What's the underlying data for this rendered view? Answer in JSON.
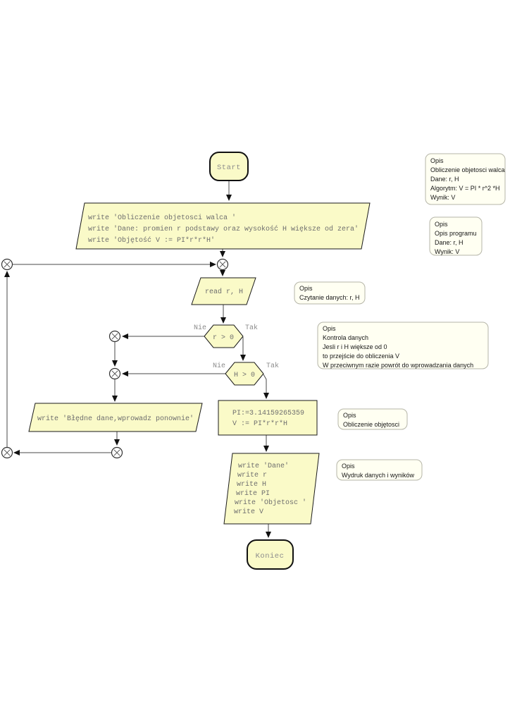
{
  "colors": {
    "node_fill": "#FAFAC8",
    "node_border": "#1A1A1A",
    "comment_fill": "#FFFFF2",
    "comment_border": "#B5B5A8",
    "edge": "#4A4A4A",
    "code_text": "#6E6E6E",
    "terminal_text": "#8C8C8C",
    "comment_text": "#161616"
  },
  "nodes": {
    "start": {
      "label": "Start"
    },
    "main_output": {
      "lines": [
        "write 'Obliczenie objetosci walca '",
        "write 'Dane: promien r podstawy oraz wysokość H większe od zera'",
        "write 'Objętość V := PI*r*r*H'"
      ]
    },
    "read_input": {
      "label": "read r, H"
    },
    "decision_r": {
      "label": "r > 0",
      "no": "Nie",
      "yes": "Tak"
    },
    "decision_h": {
      "label": "H > 0",
      "no": "Nie",
      "yes": "Tak"
    },
    "error_output": {
      "label": "write 'Błędne dane,wprowadz ponownie'"
    },
    "compute": {
      "lines": [
        "PI:=3.14159265359",
        "V := PI*r*r*H"
      ]
    },
    "result_output": {
      "lines": [
        "write 'Dane'",
        "write r",
        "write H",
        "write PI",
        "write 'Objetosc '",
        "write V"
      ]
    },
    "end": {
      "label": "Koniec"
    }
  },
  "comments": [
    {
      "lines": [
        "Opis",
        "Obliczenie objetosci walca",
        "Dane: r,  H",
        "Algorytm: V = PI * r^2 *H",
        "Wynik: V"
      ]
    },
    {
      "lines": [
        "Opis",
        "Opis programu",
        "Dane: r, H",
        "Wynik: V"
      ]
    },
    {
      "lines": [
        "Opis",
        "Czytanie danych: r, H"
      ]
    },
    {
      "lines": [
        "Opis",
        "Kontrola danych",
        "Jesli r i H większe od 0",
        "to przejście do obliczenia V",
        "W przeciwnym razie powrót do wprowadzania danych"
      ]
    },
    {
      "lines": [
        "Opis",
        "Obliczenie objętosci"
      ]
    },
    {
      "lines": [
        "Opis",
        "Wydruk danych i wyników"
      ]
    }
  ]
}
